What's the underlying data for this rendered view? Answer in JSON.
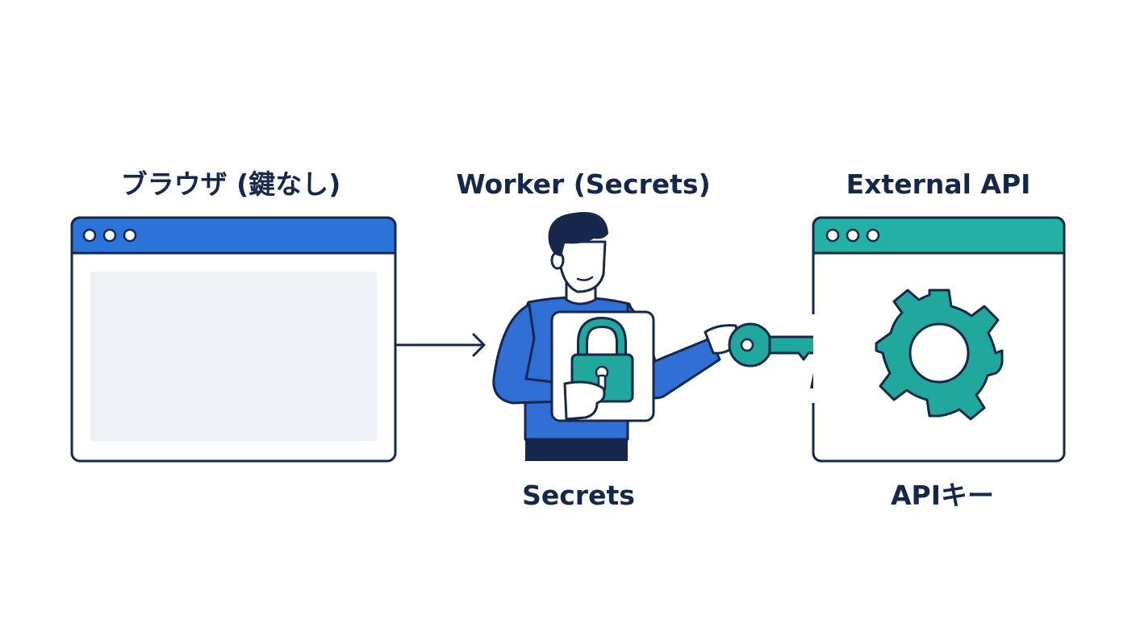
{
  "labels": {
    "browser_title": "ブラウザ (鍵なし)",
    "worker_title": "Worker (Secrets)",
    "api_title": "External API",
    "worker_caption": "Secrets",
    "api_caption": "APIキー"
  },
  "icons": {
    "browser": "browser-window-icon",
    "worker": "person-holding-lock-icon",
    "lock": "padlock-icon",
    "key": "key-icon",
    "keyhole": "keyhole-icon",
    "api": "api-window-icon",
    "gear": "gear-icon",
    "arrow": "arrow-right-icon"
  },
  "colors": {
    "outline": "#15284b",
    "browser_accent": "#2b74d9",
    "api_accent": "#22b1a4",
    "panel_fill": "#edf0f5",
    "lock_fill": "#20a89c",
    "shirt": "#2f6fd6"
  }
}
